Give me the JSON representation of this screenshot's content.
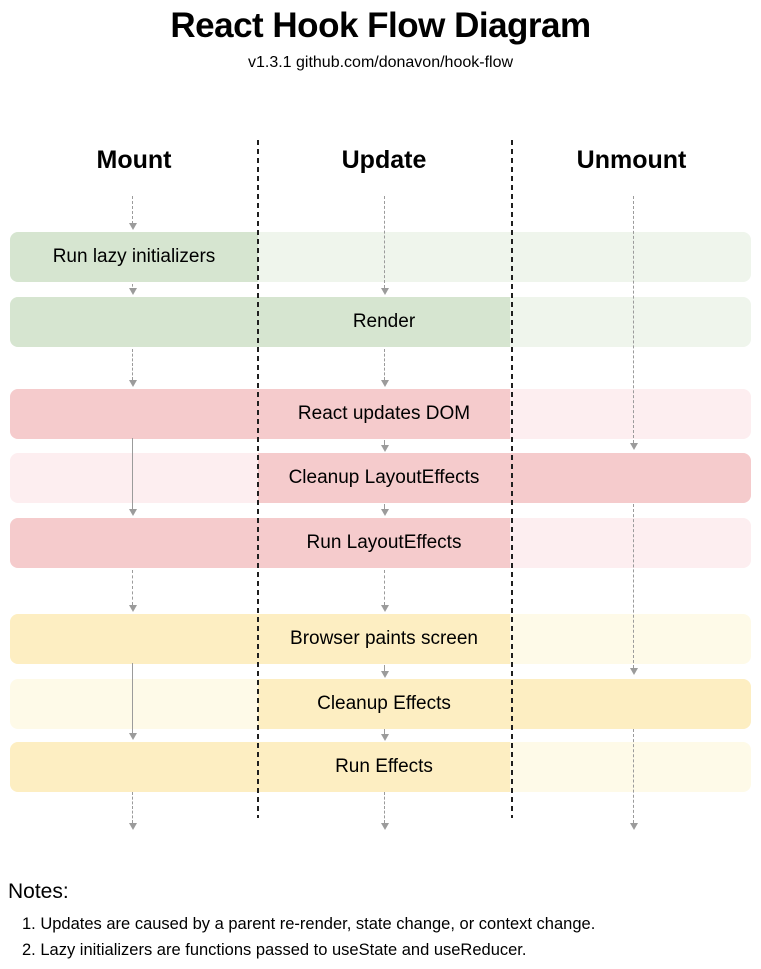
{
  "header": {
    "title": "React Hook Flow Diagram",
    "subtitle": "v1.3.1 github.com/donavon/hook-flow"
  },
  "columns": [
    {
      "label": "Mount"
    },
    {
      "label": "Update"
    },
    {
      "label": "Unmount"
    }
  ],
  "rows": [
    {
      "label": "Run lazy initializers",
      "group": "green",
      "active_columns": "mount",
      "label_column": "mount"
    },
    {
      "label": "Render",
      "group": "green",
      "active_columns": "mount+update",
      "label_column": "update"
    },
    {
      "label": "React updates DOM",
      "group": "pink",
      "active_columns": "mount+update",
      "label_column": "update"
    },
    {
      "label": "Cleanup LayoutEffects",
      "group": "pink",
      "active_columns": "update+unmount",
      "label_column": "update"
    },
    {
      "label": "Run LayoutEffects",
      "group": "pink",
      "active_columns": "mount+update",
      "label_column": "update"
    },
    {
      "label": "Browser paints screen",
      "group": "yellow",
      "active_columns": "mount+update",
      "label_column": "update"
    },
    {
      "label": "Cleanup Effects",
      "group": "yellow",
      "active_columns": "update+unmount",
      "label_column": "update"
    },
    {
      "label": "Run Effects",
      "group": "yellow",
      "active_columns": "mount+update",
      "label_column": "update"
    }
  ],
  "colors": {
    "green_dark": "#d6e5d0",
    "green_light": "#eff5ec",
    "pink_dark": "#f5cbcc",
    "pink_light": "#fdeef0",
    "yellow_dark": "#fdeec2",
    "yellow_light": "#fefae8",
    "divider": "#1f1f1f",
    "flow_line": "#9b9b9b",
    "text": "#000000"
  },
  "notes": {
    "heading": "Notes:",
    "items": [
      "1. Updates are caused by a parent re-render, state change, or context change.",
      "2. Lazy initializers are functions passed to useState and useReducer."
    ]
  }
}
